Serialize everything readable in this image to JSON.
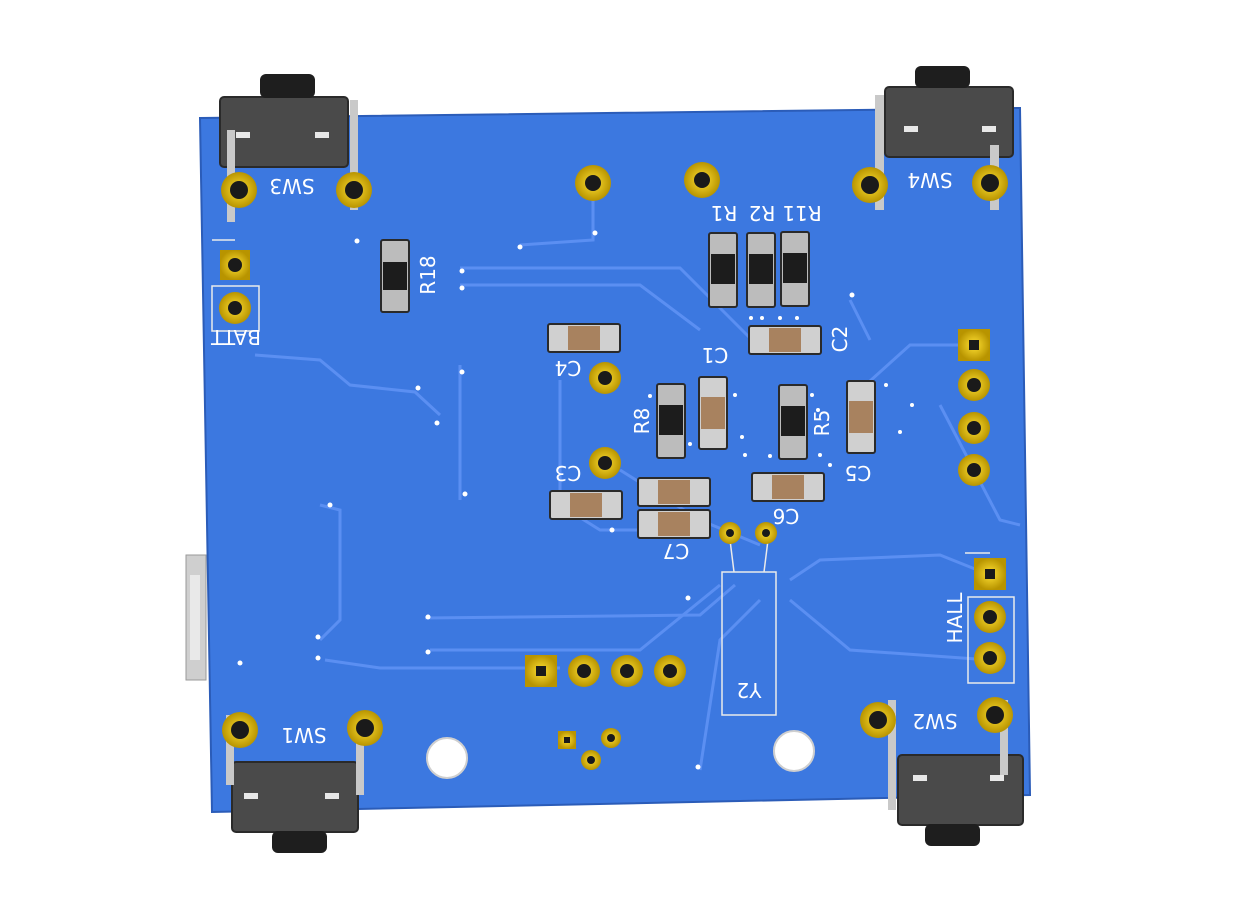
{
  "board": {
    "colors": {
      "background": "#ffffff",
      "copper": "#3c78e0",
      "trace": "#5a8ef0",
      "gold": "#d4b000",
      "silkscreen": "#ffffff",
      "switch_body": "#4a4a4a",
      "resistor_body": "#1c1c1c",
      "capacitor_body": "#a8825f"
    },
    "switches": [
      {
        "ref": "SW3"
      },
      {
        "ref": "SW4"
      },
      {
        "ref": "SW1"
      },
      {
        "ref": "SW2"
      }
    ],
    "connectors": [
      {
        "ref": "BATT"
      },
      {
        "ref": "HALL"
      }
    ],
    "crystal": {
      "ref": "Y2"
    },
    "resistors": [
      "R18",
      "R1",
      "R2",
      "R11",
      "R8",
      "R5"
    ],
    "capacitors": [
      "C1",
      "C2",
      "C3",
      "C4",
      "C5",
      "C6",
      "C7"
    ]
  }
}
